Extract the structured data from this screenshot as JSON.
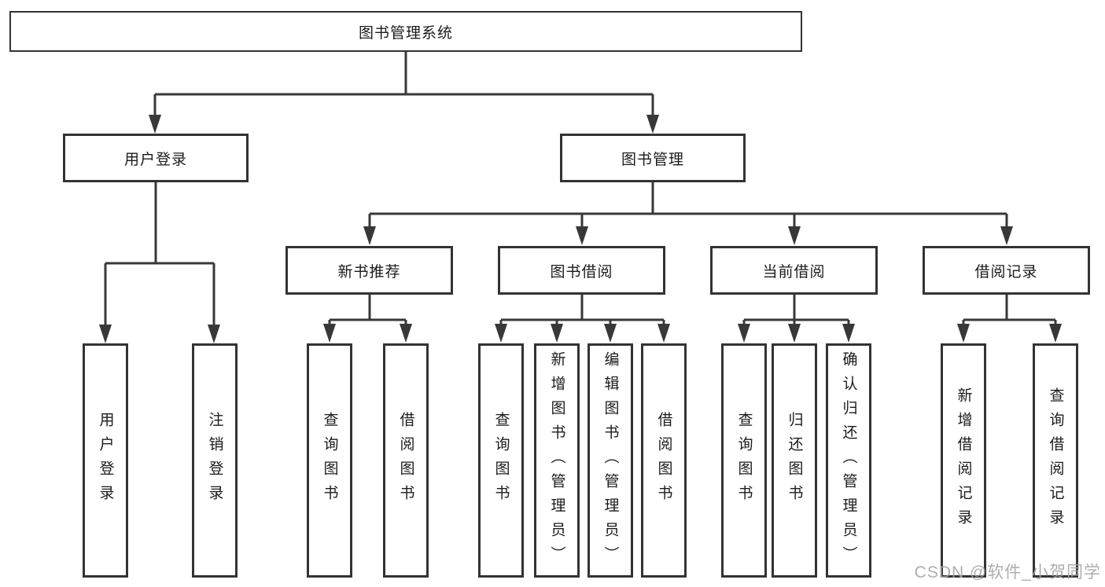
{
  "watermark": "CSDN @软件_小贺同学",
  "colors": {
    "line": "#383838",
    "box_border": "#333333",
    "text": "#1b1b1b",
    "background": "#ffffff",
    "watermark": "#a5a5a5"
  },
  "diagram": {
    "root": {
      "label": "图书管理系统"
    },
    "branches": [
      {
        "label": "用户登录",
        "leaves": [
          "用户登录",
          "注销登录"
        ]
      },
      {
        "label": "图书管理",
        "children": [
          {
            "label": "新书推荐",
            "leaves": [
              "查询图书",
              "借阅图书"
            ]
          },
          {
            "label": "图书借阅",
            "leaves": [
              "查询图书",
              "新增图书（管理员）",
              "编辑图书（管理员）",
              "借阅图书"
            ]
          },
          {
            "label": "当前借阅",
            "leaves": [
              "查询图书",
              "归还图书",
              "确认归还（管理员）"
            ]
          },
          {
            "label": "借阅记录",
            "leaves": [
              "新增借阅记录",
              "查询借阅记录"
            ]
          }
        ]
      }
    ]
  }
}
